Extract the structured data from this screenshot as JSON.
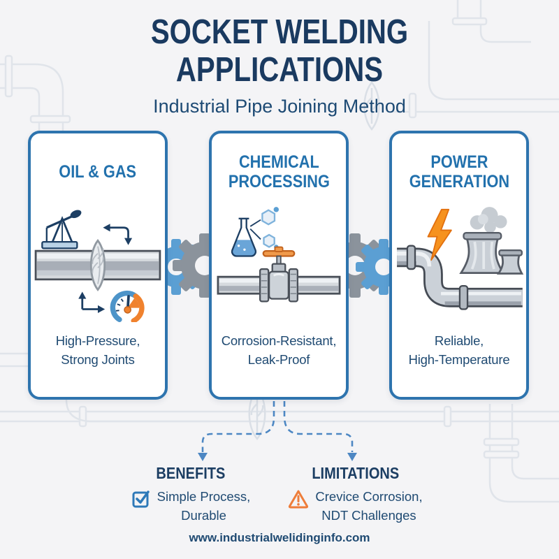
{
  "header": {
    "title": "SOCKET WELDING APPLICATIONS",
    "subtitle": "Industrial Pipe Joining Method"
  },
  "cards": [
    {
      "title": "OIL & GAS",
      "caption": "High-Pressure,\nStrong Joints",
      "illustration": "oil-pump-pipeline-weld-gauge"
    },
    {
      "title": "CHEMICAL\nPROCESSING",
      "caption": "Corrosion-Resistant,\nLeak-Proof",
      "illustration": "flask-molecules-valve-pipe"
    },
    {
      "title": "POWER\nGENERATION",
      "caption": "Reliable,\nHigh-Temperature",
      "illustration": "lightning-pipe-cooling-towers"
    }
  ],
  "outcomes": {
    "benefits": {
      "heading": "BENEFITS",
      "icon": "checkbox-icon",
      "text": "Simple Process,\nDurable"
    },
    "limitations": {
      "heading": "LIMITATIONS",
      "icon": "warning-triangle-icon",
      "text": "Crevice Corrosion,\nNDT Challenges"
    }
  },
  "footer": {
    "url": "www.industrialwelidinginfo.com"
  },
  "colors": {
    "background": "#f4f4f6",
    "title_navy": "#1a3a60",
    "card_title_blue": "#2271ad",
    "card_border_blue": "#2e74ae",
    "body_navy": "#1f4a72",
    "dashed_connector_blue": "#4d87c3",
    "gear_blue": "#5b9fd3",
    "gear_gray": "#8b939c",
    "accent_orange": "#f0822e",
    "faint_pipe_gray": "#dfe3ea"
  }
}
